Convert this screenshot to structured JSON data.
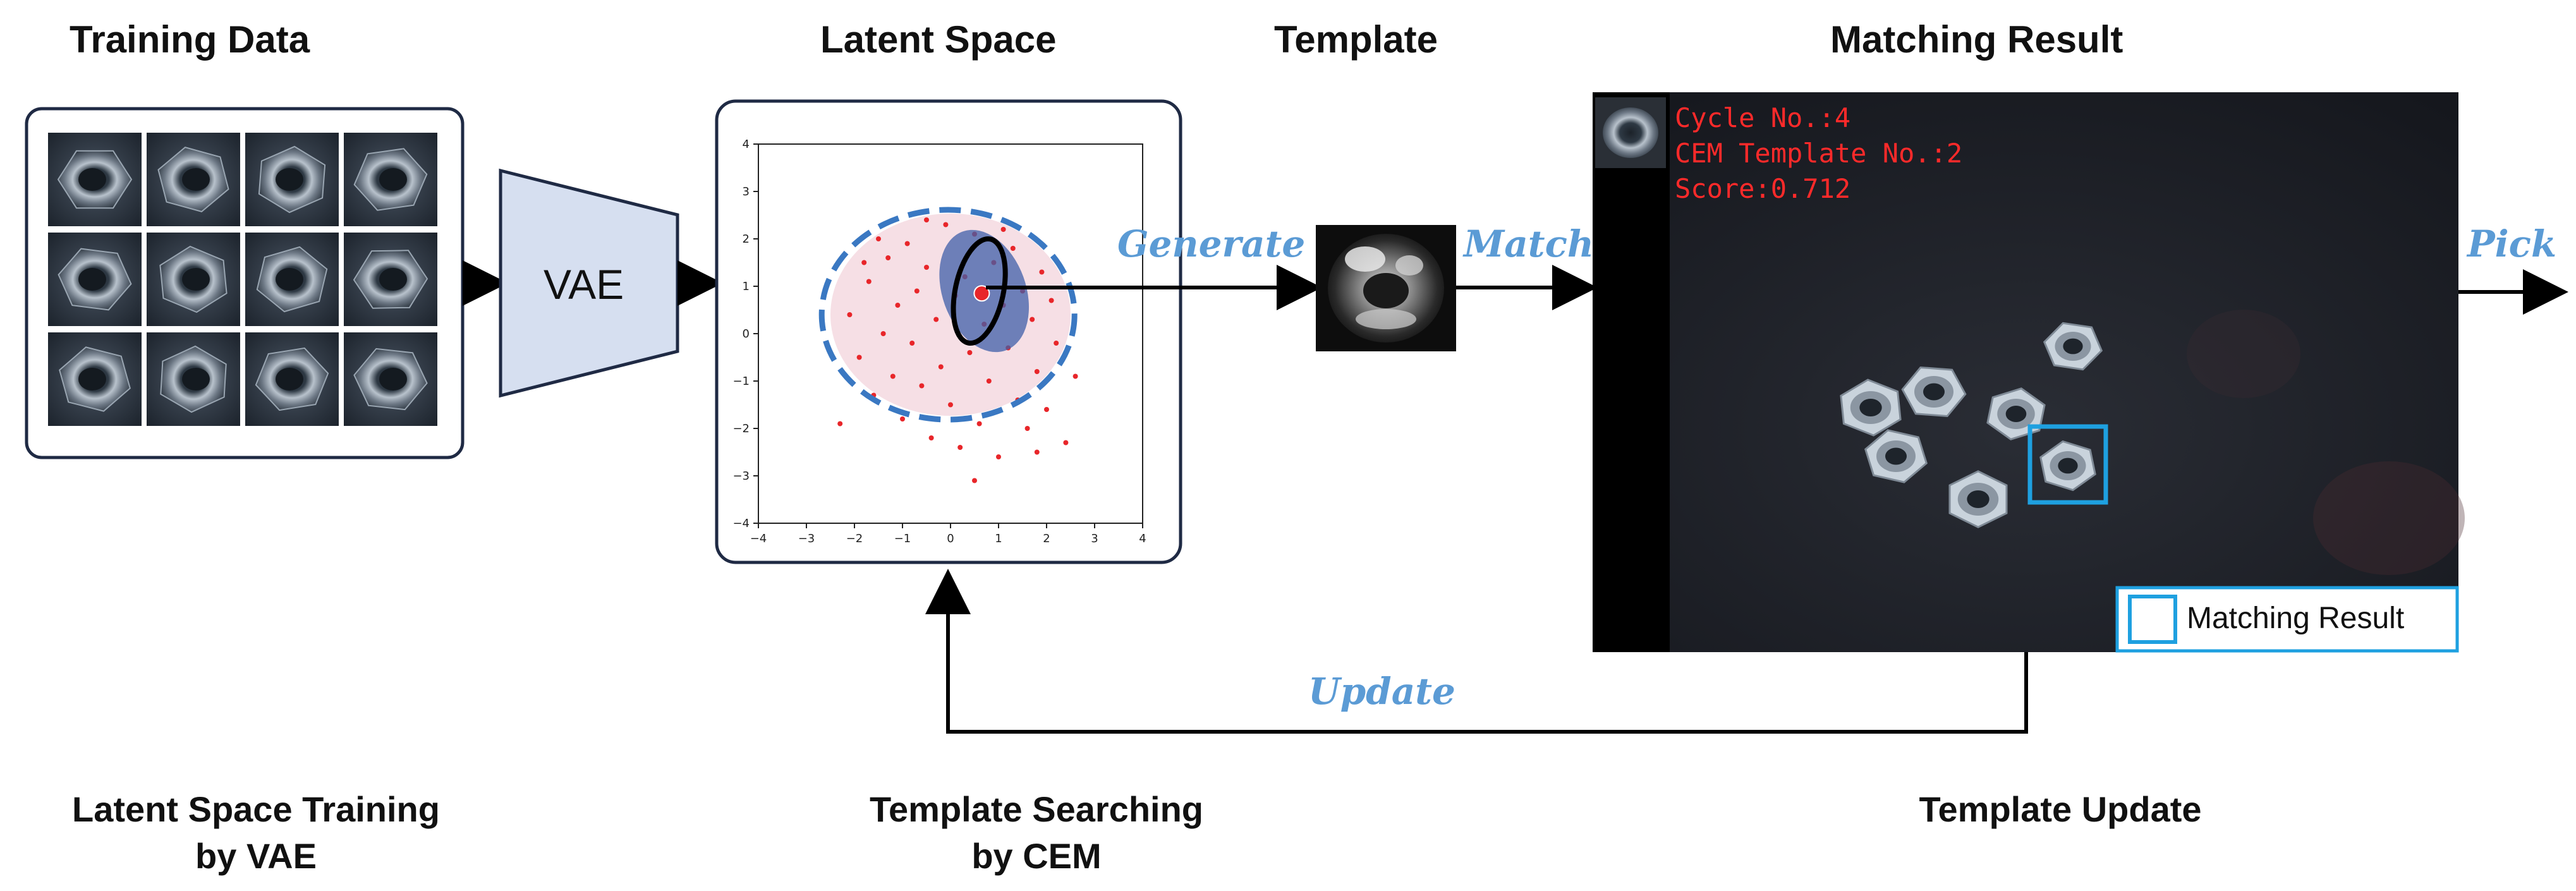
{
  "stages": {
    "training_data": "Training Data",
    "latent_space": "Latent Space",
    "template": "Template",
    "matching_result": "Matching Result"
  },
  "vae_label": "VAE",
  "flow_labels": {
    "generate": "Generate",
    "match": "Match",
    "pick": "Pick",
    "update": "Update"
  },
  "bottom_captions": {
    "latent_training_line1": "Latent Space Training",
    "latent_training_line2": "by VAE",
    "template_searching_line1": "Template Searching",
    "template_searching_line2": "by CEM",
    "template_update": "Template Update"
  },
  "match_overlay": {
    "cycle": "Cycle No.:4",
    "cem_template": "CEM Template No.:2",
    "score": "Score:0.712",
    "legend_label": "Matching Result"
  },
  "colors": {
    "accent_blue": "#5b9bd5",
    "box_border": "#1f2a44",
    "vae_fill": "#d6dff0",
    "vae_stroke": "#1f2a44",
    "overlay_red": "#ff2a2a",
    "match_box": "#1ea0e0",
    "scatter_points": "#e8262a",
    "ellipse_fill": "#3f5fa8",
    "dashed_circle": "#3a78c2"
  },
  "chart_data": {
    "type": "scatter",
    "title": "",
    "xlabel": "",
    "ylabel": "",
    "xlim": [
      -4,
      4
    ],
    "ylim": [
      -4,
      4
    ],
    "xticks": [
      -4,
      -3,
      -2,
      -1,
      0,
      1,
      2,
      3,
      4
    ],
    "yticks": [
      4,
      3,
      2,
      1,
      0,
      -1,
      -2,
      -3,
      -4
    ],
    "series": [
      {
        "points": [
          [
            -2.1,
            0.4
          ],
          [
            -1.9,
            -0.5
          ],
          [
            -1.7,
            1.1
          ],
          [
            -1.6,
            -1.3
          ],
          [
            -1.4,
            0.0
          ],
          [
            -1.3,
            1.6
          ],
          [
            -1.2,
            -0.9
          ],
          [
            -1.1,
            0.6
          ],
          [
            -1.0,
            -1.8
          ],
          [
            -0.9,
            1.9
          ],
          [
            -0.8,
            -0.2
          ],
          [
            -0.7,
            0.9
          ],
          [
            -0.6,
            -1.1
          ],
          [
            -0.5,
            1.4
          ],
          [
            -0.4,
            -2.2
          ],
          [
            -0.3,
            0.3
          ],
          [
            -0.2,
            -0.7
          ],
          [
            -0.1,
            2.3
          ],
          [
            0.0,
            -1.5
          ],
          [
            0.1,
            0.8
          ],
          [
            0.2,
            -2.4
          ],
          [
            0.3,
            1.2
          ],
          [
            0.4,
            -0.4
          ],
          [
            0.5,
            2.1
          ],
          [
            0.6,
            -1.9
          ],
          [
            0.7,
            0.2
          ],
          [
            0.8,
            -1.0
          ],
          [
            0.9,
            1.5
          ],
          [
            1.0,
            -2.6
          ],
          [
            1.1,
            0.6
          ],
          [
            1.2,
            -0.3
          ],
          [
            1.3,
            1.8
          ],
          [
            1.4,
            -1.4
          ],
          [
            1.5,
            0.9
          ],
          [
            1.6,
            -2.0
          ],
          [
            1.7,
            0.3
          ],
          [
            1.8,
            -0.8
          ],
          [
            1.9,
            1.3
          ],
          [
            2.0,
            -1.6
          ],
          [
            2.2,
            -0.2
          ],
          [
            2.4,
            -2.3
          ],
          [
            2.6,
            -0.9
          ],
          [
            -2.3,
            -1.9
          ],
          [
            -1.5,
            2.0
          ],
          [
            0.5,
            -3.1
          ],
          [
            -0.5,
            2.4
          ],
          [
            1.1,
            2.2
          ],
          [
            1.8,
            -2.5
          ],
          [
            -1.8,
            1.5
          ],
          [
            2.1,
            0.7
          ]
        ]
      }
    ]
  }
}
